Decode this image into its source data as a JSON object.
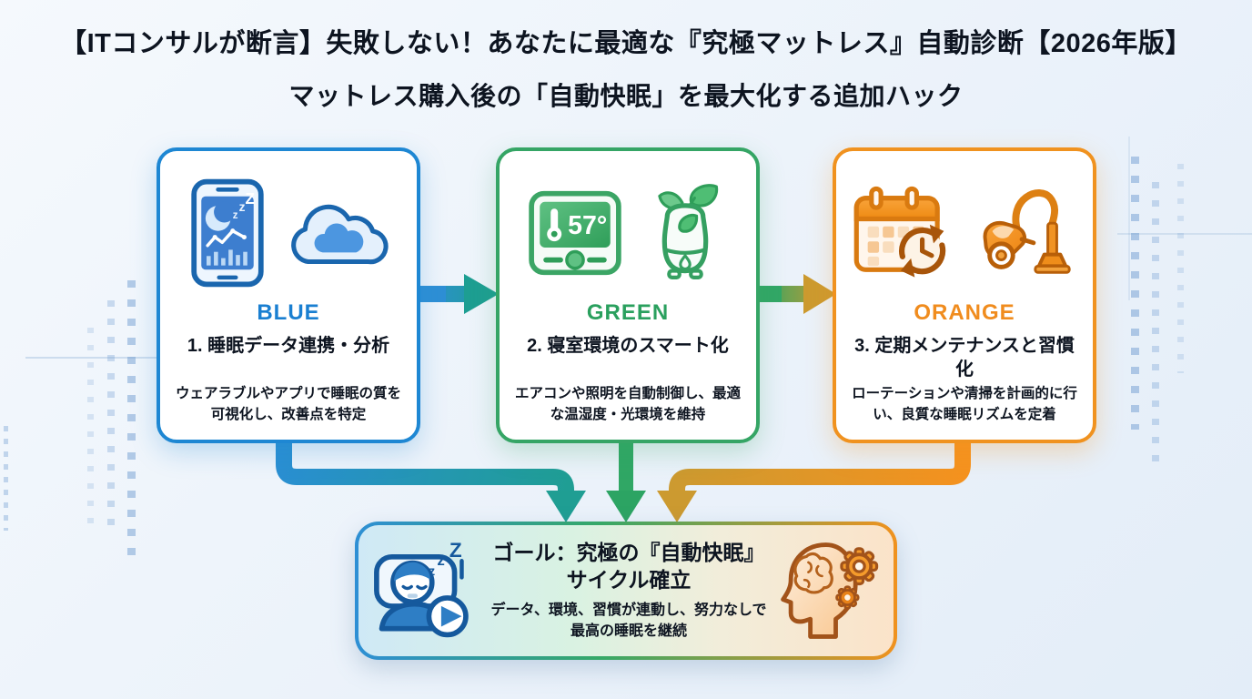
{
  "header": {
    "title": "【ITコンサルが断言】失敗しない！あなたに最適な『究極マットレス』自動診断【2026年版】",
    "subtitle": "マットレス購入後の「自動快眠」を最大化する追加ハック"
  },
  "palette": {
    "blue": "#1e87d3",
    "green": "#35a565",
    "orange": "#f0921f"
  },
  "cards": [
    {
      "label": "BLUE",
      "title": "1. 睡眠データ連携・分析",
      "description": "ウェアラブルやアプリで睡眠の質を可視化し、改善点を特定",
      "accent": "#1e87d3",
      "icons": [
        "sleep-tracking-phone-icon",
        "cloud-sync-icon"
      ]
    },
    {
      "label": "GREEN",
      "title": "2. 寝室環境のスマート化",
      "description": "エアコンや照明を自動制御し、最適な温湿度・光環境を維持",
      "accent": "#35a565",
      "thermostat_reading": "57°",
      "icons": [
        "smart-thermostat-icon",
        "humidifier-icon"
      ]
    },
    {
      "label": "ORANGE",
      "title": "3. 定期メンテナンスと習慣化",
      "description": "ローテーションや清掃を計画的に行い、良質な睡眠リズムを定着",
      "accent": "#f0921f",
      "icons": [
        "calendar-rotation-icon",
        "vacuum-cleaner-icon"
      ]
    }
  ],
  "goal": {
    "title": "ゴール：究極の『自動快眠』サイクル確立",
    "description": "データ、環境、習慣が連動し、努力なしで最高の睡眠を継続",
    "icons": [
      "sleeping-person-icon",
      "brain-gears-icon"
    ]
  }
}
